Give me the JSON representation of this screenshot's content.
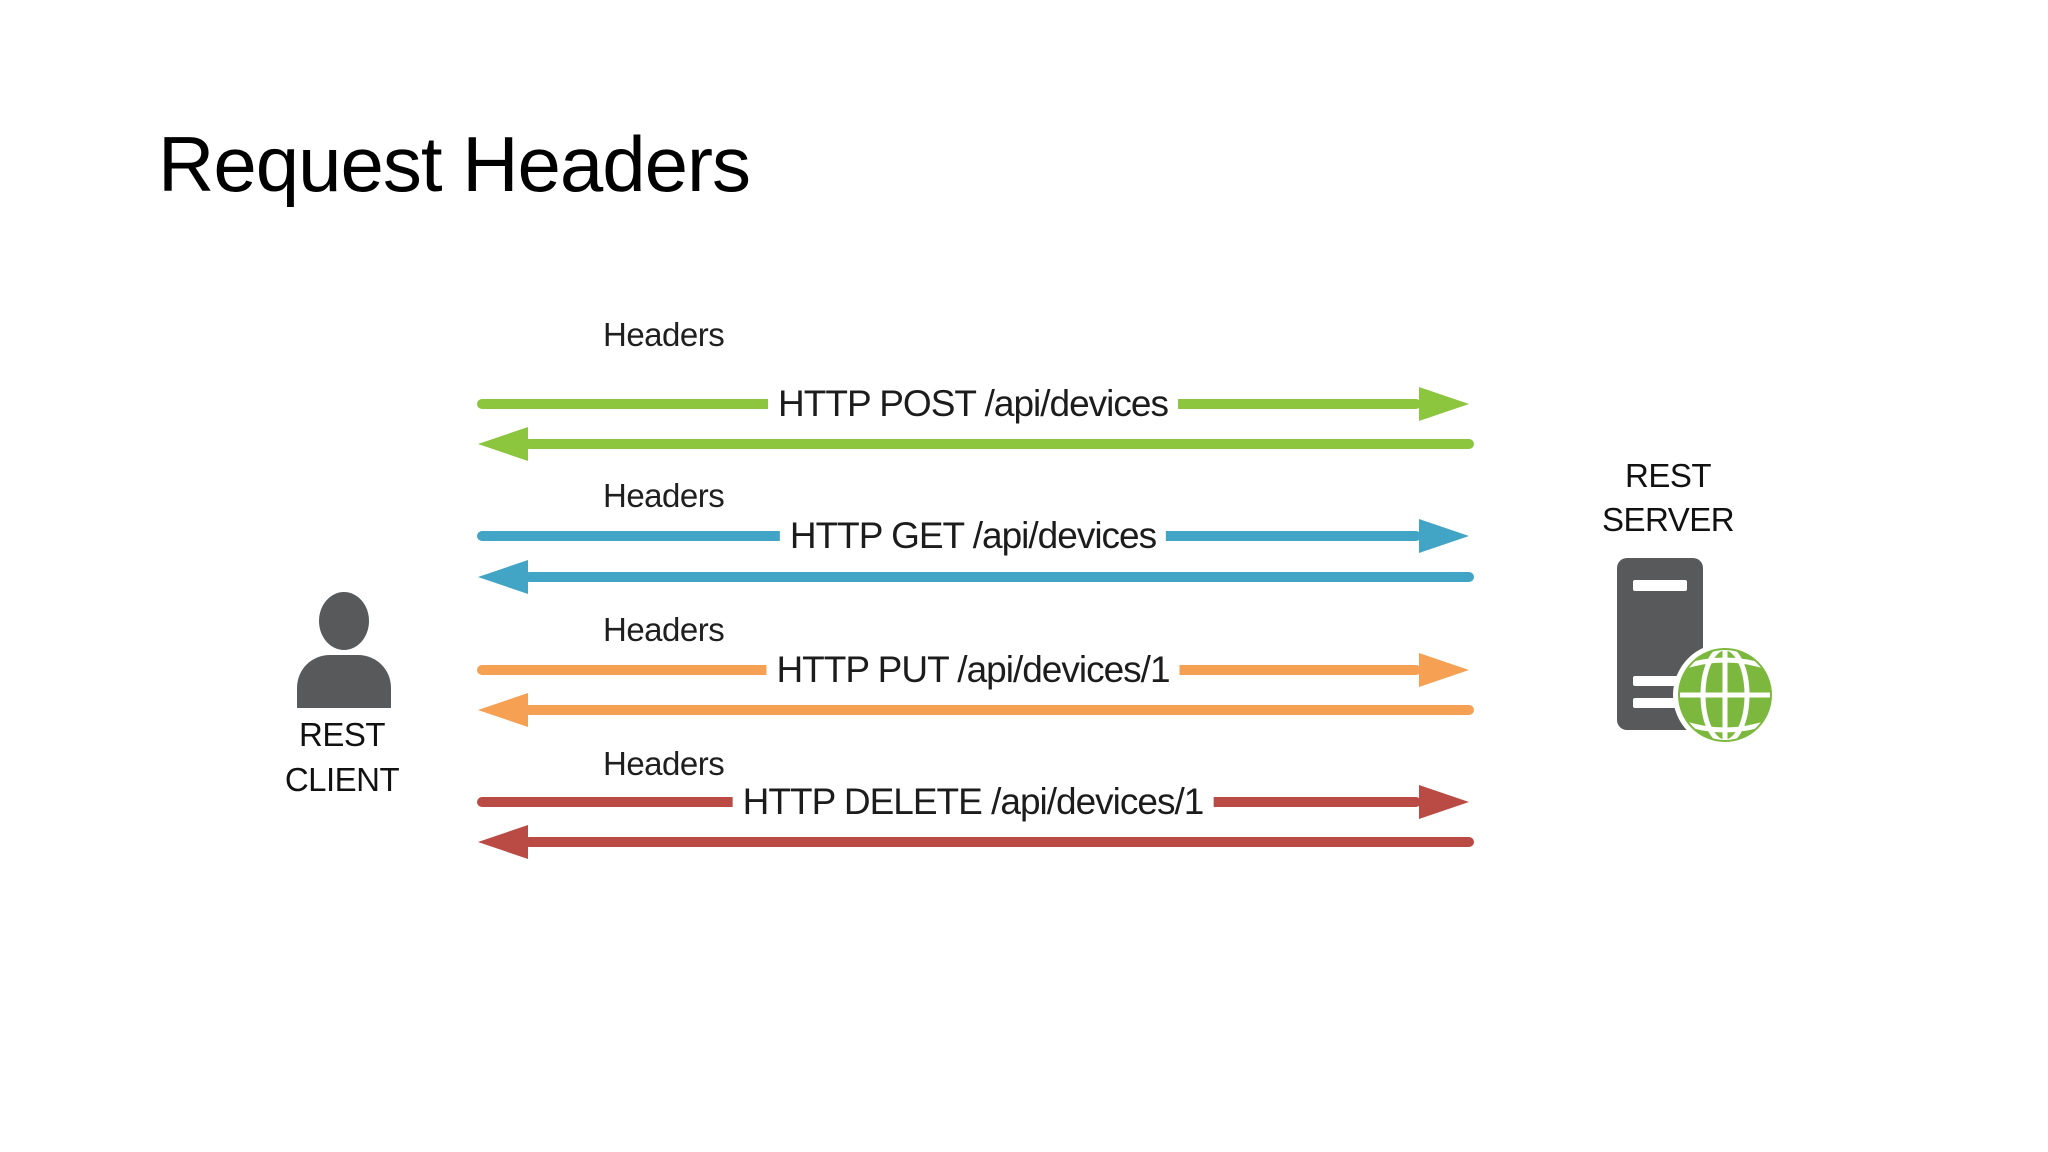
{
  "title": "Request Headers",
  "colors": {
    "post_green": "#8CC63E",
    "get_blue": "#43A5C5",
    "put_orange": "#F6A053",
    "delete_red": "#B94A44",
    "icon_gray": "#58595B",
    "globe_green": "#7CB83E",
    "label_text": "#1C1C1C",
    "title_text": "#000000"
  },
  "client": {
    "icon": "person-icon",
    "label_line1": "REST",
    "label_line2": "CLIENT"
  },
  "server": {
    "icon": "server-tower-globe-icon",
    "label_line1": "REST",
    "label_line2": "SERVER"
  },
  "exchanges": [
    {
      "headers_label": "Headers",
      "request_label": "HTTP POST /api/devices",
      "color": "#8CC63E"
    },
    {
      "headers_label": "Headers",
      "request_label": "HTTP GET /api/devices",
      "color": "#43A5C5"
    },
    {
      "headers_label": "Headers",
      "request_label": "HTTP PUT /api/devices/1",
      "color": "#F6A053"
    },
    {
      "headers_label": "Headers",
      "request_label": "HTTP DELETE /api/devices/1",
      "color": "#B94A44"
    }
  ]
}
